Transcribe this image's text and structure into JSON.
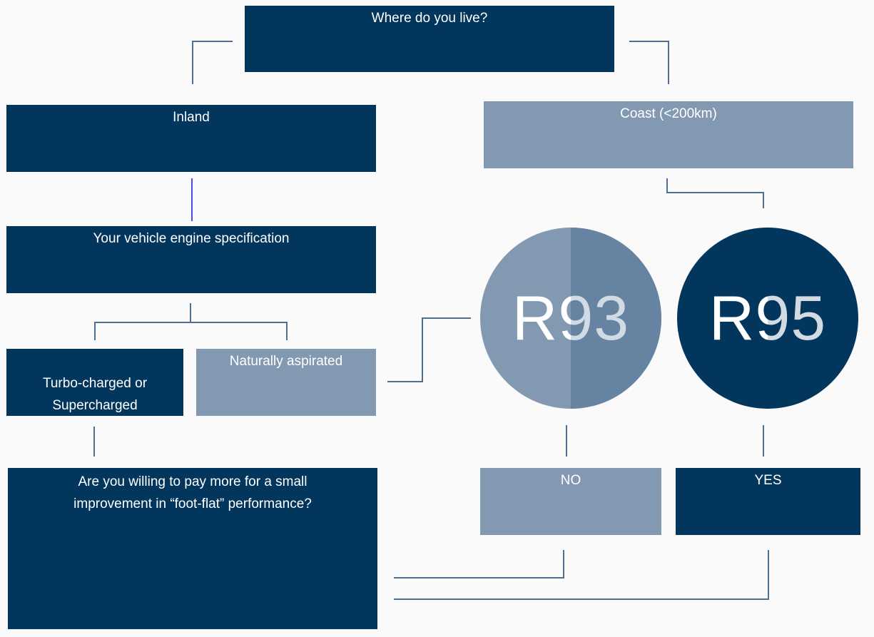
{
  "diagram": {
    "title_question": "Where do you live?",
    "branches": {
      "inland": "Inland",
      "coast": "Coast (<200km)"
    },
    "engine_question": "Your vehicle engine specification",
    "engine_options": {
      "turbo": "Turbo-charged or\nSupercharged",
      "natural": "Naturally aspirated"
    },
    "performance_question": "Are you willing to pay more for a small improvement in “foot-flat” performance?",
    "answers": {
      "no": "NO",
      "yes": "YES"
    },
    "fuels": {
      "r93": "R93",
      "r95": "R95"
    }
  },
  "colors": {
    "dark_navy": "#03365c",
    "light_steel": "#8399b1",
    "mid_steel": "#6684a2",
    "connector": "#4d7194",
    "highlight_connector": "#4a4af0",
    "background": "#fafafa"
  }
}
